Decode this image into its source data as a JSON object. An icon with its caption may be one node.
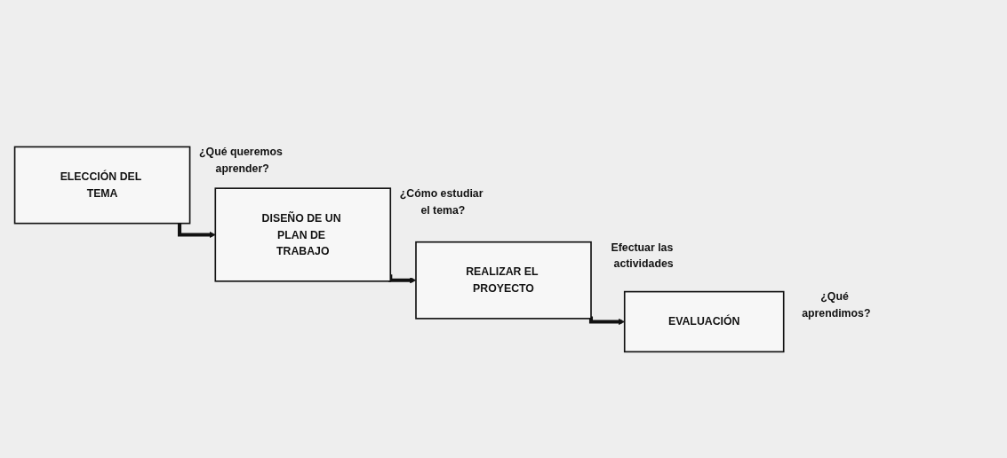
{
  "diagram": {
    "nodes": [
      {
        "text": [
          "ELECCIÓN DEL TEMA"
        ],
        "beside": [
          "¿Qué queremos aprender?"
        ]
      },
      {
        "text": [
          "DISEÑO DE UN PLAN DE TRABAJO"
        ],
        "beside": [
          "¿Cómo estudiar el tema?"
        ]
      },
      {
        "text": [
          "REALIZAR EL PROYECTO"
        ],
        "beside": [
          "Efectuar las actividades"
        ]
      },
      {
        "text": [
          "EVALUACIÓN"
        ],
        "beside": [
          "¿Qué aprendimos?"
        ]
      }
    ],
    "edges": [
      {
        "from": 0,
        "to": 1,
        "arrow": "to"
      },
      {
        "from": 1,
        "to": 2,
        "arrow": "to"
      },
      {
        "from": 2,
        "to": 3,
        "arrow": "to"
      }
    ]
  }
}
